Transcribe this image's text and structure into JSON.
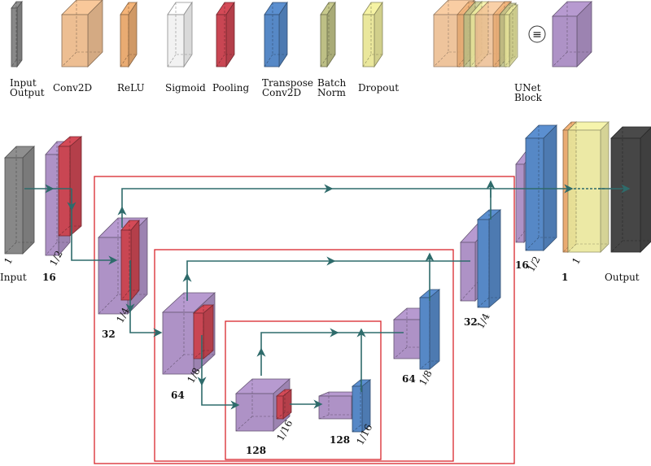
{
  "colors": {
    "input_output": "#8f8f8f",
    "output_dark": "#4a4a4a",
    "conv2d": "#f9c89a",
    "relu": "#f5b478",
    "sigmoid": "#ffffff",
    "pooling": "#d44a57",
    "transpose_conv2d": "#5b8fd0",
    "batch_norm": "#c7c98c",
    "dropout": "#f6f3a4",
    "unet_block": "#b79ad0",
    "frame": "#d8262c",
    "arrow": "#2e6b6b"
  },
  "legend": {
    "input_output": [
      "Input",
      "Output"
    ],
    "conv2d": [
      "Conv2D"
    ],
    "relu": [
      "ReLU"
    ],
    "sigmoid": [
      "Sigmoid"
    ],
    "pooling": [
      "Pooling"
    ],
    "transpose_conv2d": [
      "Transpose",
      "Conv2D"
    ],
    "batch_norm": [
      "Batch",
      "Norm"
    ],
    "dropout": [
      "Dropout"
    ],
    "equiv_symbol": "≡",
    "unet_block": [
      "UNet",
      "Block"
    ]
  },
  "labels": {
    "input": "Input",
    "output": "Output",
    "input_scale": "1",
    "output_scale": "1",
    "enc1_scale": "1/2",
    "enc1_channels": "16",
    "enc2_scale": "1/4",
    "enc2_channels": "32",
    "enc3_scale": "1/8",
    "enc3_channels": "64",
    "enc4_scale": "1/16",
    "enc4_channels": "128",
    "bott_channels": "128",
    "bott_scale": "1/16",
    "dec3_channels": "64",
    "dec3_scale": "1/8",
    "dec2_channels": "32",
    "dec2_scale": "1/4",
    "dec1_channels": "16",
    "dec1_scale": "1/2",
    "final_channels": "1"
  }
}
